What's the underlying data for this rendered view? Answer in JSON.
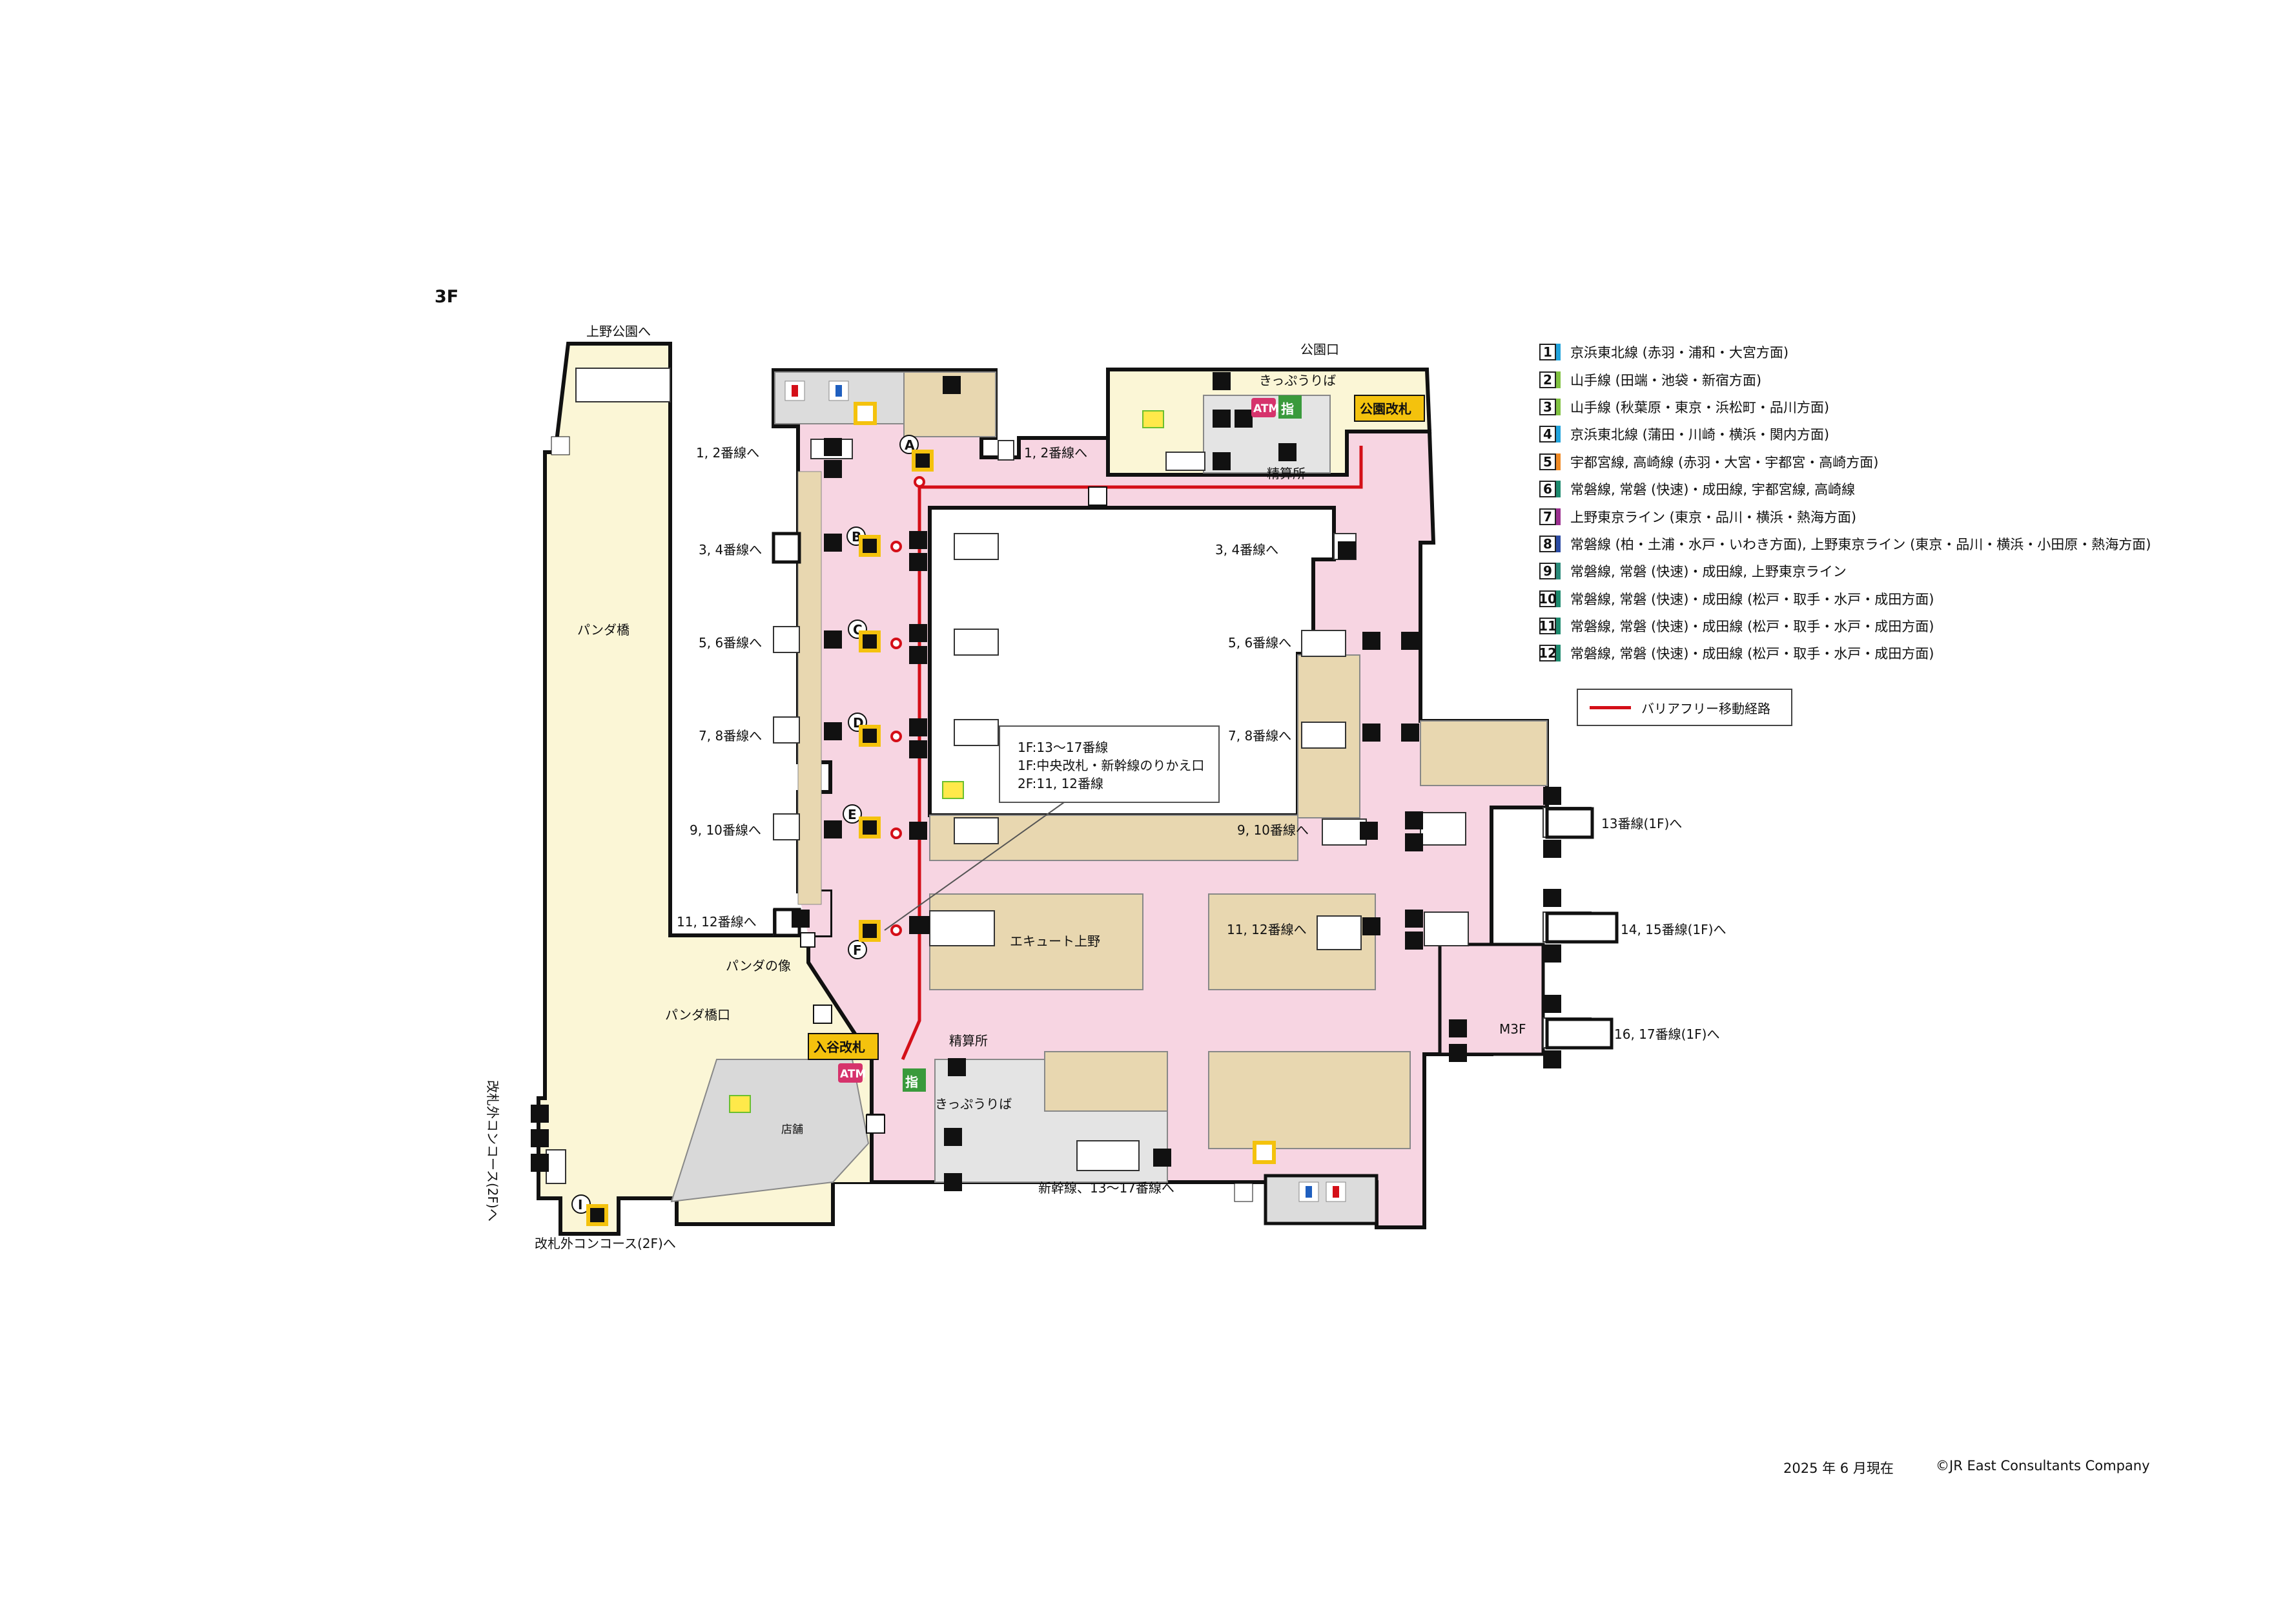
{
  "floor": "3F",
  "colors": {
    "paid_area": "#f7d5e2",
    "unpaid_area": "#fbf6d6",
    "shop": "#e8d7b0",
    "outside_shop": "#d9d9d9",
    "wall": "#111111",
    "barrier_free_route": "#d40f18",
    "gate_sign": "#f4c20d",
    "atm": "#d6336c",
    "reserved_seat": "#3a9a3c"
  },
  "map": {
    "labels": {
      "ueno_park": "上野公園へ",
      "panda_bridge": "パンダ橋",
      "panda_statue": "パンダの像",
      "panda_bridge_exit": "パンダ橋口",
      "concourse_2f": "改札外コンコース(2F)へ",
      "concourse_2f_vertical": "改札外コンコース(2F)へ",
      "park_exit": "公園口",
      "ticket_office_top": "きっぷうりば",
      "fare_adjust_top": "精算所",
      "fare_adjust_bottom": "精算所",
      "ticket_office_bottom": "きっぷうりば",
      "ecute": "エキュート上野",
      "shop": "店舗",
      "m3f": "M3F",
      "shinkansen": "新幹線、13〜17番線へ",
      "tracks_12_left": "1, 2番線へ",
      "tracks_12_right": "1, 2番線へ",
      "tracks_34_left": "3, 4番線へ",
      "tracks_34_right": "3, 4番線へ",
      "tracks_56_left": "5, 6番線へ",
      "tracks_56_right": "5, 6番線へ",
      "tracks_78_left": "7, 8番線へ",
      "tracks_78_right": "7, 8番線へ",
      "tracks_910_left": "9, 10番線へ",
      "tracks_910_right": "9, 10番線へ",
      "tracks_1112_left": "11, 12番線へ",
      "tracks_1112_right": "11, 12番線へ",
      "track_13": "13番線(1F)へ",
      "tracks_1415": "14, 15番線(1F)へ",
      "tracks_1617": "16, 17番線(1F)へ"
    },
    "gates": {
      "park_gate": "公園改札",
      "iriya_gate": "入谷改札"
    },
    "signs": {
      "atm": "ATM",
      "reserved": "指"
    },
    "callout": {
      "line1": "1F:13〜17番線",
      "line2": "1F:中央改札・新幹線のりかえ口",
      "line3": "2F:11, 12番線"
    },
    "elevator_markers": [
      "A",
      "B",
      "C",
      "D",
      "E",
      "F",
      "I"
    ]
  },
  "legend": [
    {
      "num": "1",
      "text": "京浜東北線 (赤羽・浦和・大宮方面)",
      "color": "#21a3dc"
    },
    {
      "num": "2",
      "text": "山手線 (田端・池袋・新宿方面)",
      "color": "#80c241"
    },
    {
      "num": "3",
      "text": "山手線 (秋葉原・東京・浜松町・品川方面)",
      "color": "#80c241"
    },
    {
      "num": "4",
      "text": "京浜東北線 (蒲田・川崎・横浜・関内方面)",
      "color": "#21a3dc"
    },
    {
      "num": "5",
      "text": "宇都宮線, 高崎線 (赤羽・大宮・宇都宮・高崎方面)",
      "color": "#f08a24"
    },
    {
      "num": "6",
      "text": "常磐線, 常磐 (快速)・成田線, 宇都宮線, 高崎線",
      "color": "#1d8a6e"
    },
    {
      "num": "7",
      "text": "上野東京ライン (東京・品川・横浜・熱海方面)",
      "color": "#9b2f8f"
    },
    {
      "num": "8",
      "text": "常磐線 (柏・土浦・水戸・いわき方面), 上野東京ライン (東京・品川・横浜・小田原・熱海方面)",
      "color": "#2a4aa3"
    },
    {
      "num": "9",
      "text": "常磐線, 常磐 (快速)・成田線, 上野東京ライン",
      "color": "#2a8a7a"
    },
    {
      "num": "10",
      "text": "常磐線, 常磐 (快速)・成田線 (松戸・取手・水戸・成田方面)",
      "color": "#1d8a6e"
    },
    {
      "num": "11",
      "text": "常磐線, 常磐 (快速)・成田線 (松戸・取手・水戸・成田方面)",
      "color": "#1d8a6e"
    },
    {
      "num": "12",
      "text": "常磐線, 常磐 (快速)・成田線 (松戸・取手・水戸・成田方面)",
      "color": "#1d8a6e"
    }
  ],
  "route_legend": "バリアフリー移動経路",
  "footer": {
    "date": "2025 年 6 月現在",
    "copyright": "©JR East Consultants Company"
  }
}
